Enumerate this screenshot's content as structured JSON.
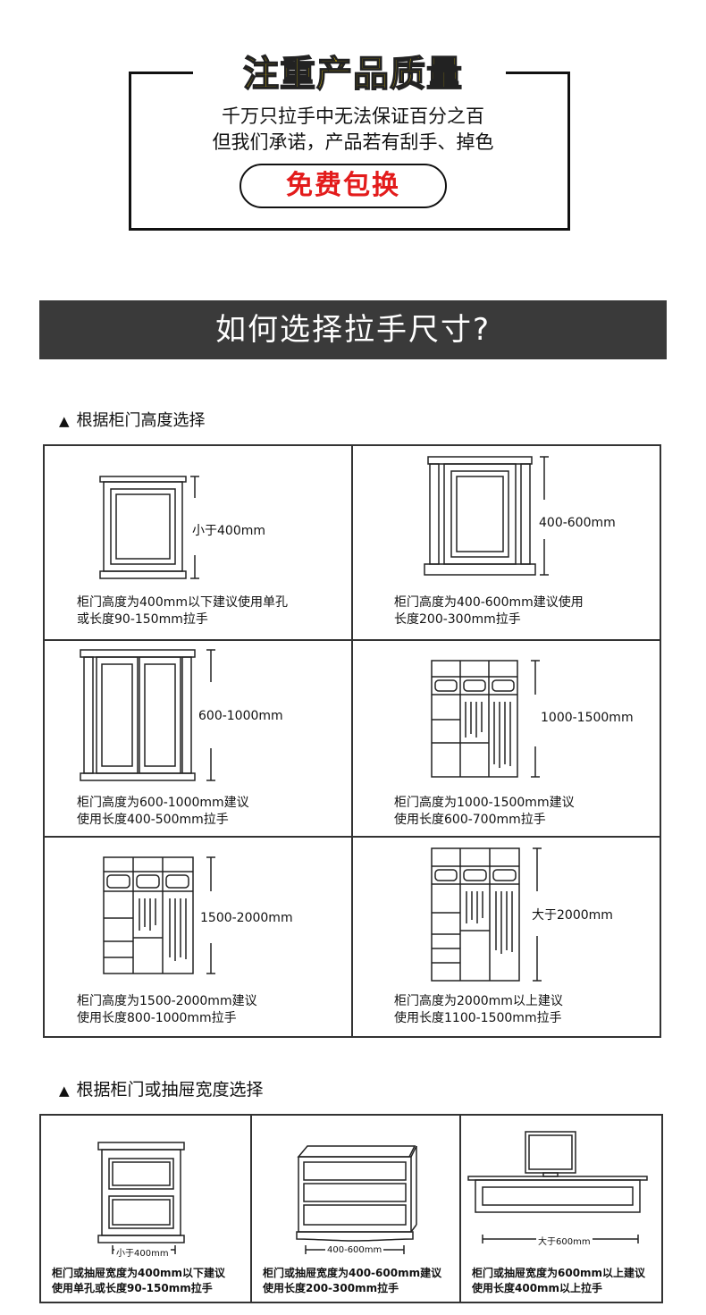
{
  "quality": {
    "title": "注重产品质量",
    "line1": "千万只拉手中无法保证百分之百",
    "line2": "但我们承诺，产品若有刮手、掉色",
    "badge": "免费包换"
  },
  "banner": {
    "title": "如何选择拉手尺寸?"
  },
  "height_section": {
    "title": "根据柜门高度选择",
    "cells": [
      {
        "size": "小于400mm",
        "desc1": "柜门高度为400mm以下建议使用单孔",
        "desc2": "或长度90-150mm拉手"
      },
      {
        "size": "400-600mm",
        "desc1": "柜门高度为400-600mm建议使用",
        "desc2": "长度200-300mm拉手"
      },
      {
        "size": "600-1000mm",
        "desc1": "柜门高度为600-1000mm建议",
        "desc2": "使用长度400-500mm拉手"
      },
      {
        "size": "1000-1500mm",
        "desc1": "柜门高度为1000-1500mm建议",
        "desc2": "使用长度600-700mm拉手"
      },
      {
        "size": "1500-2000mm",
        "desc1": "柜门高度为1500-2000mm建议",
        "desc2": "使用长度800-1000mm拉手"
      },
      {
        "size": "大于2000mm",
        "desc1": "柜门高度为2000mm以上建议",
        "desc2": "使用长度1100-1500mm拉手"
      }
    ]
  },
  "width_section": {
    "title": "根据柜门或抽屉宽度选择",
    "cells": [
      {
        "size": "小于400mm",
        "desc1": "柜门或抽屉宽度为400mm以下建议",
        "desc2": "使用单孔或长度90-150mm拉手"
      },
      {
        "size": "400-600mm",
        "desc1": "柜门或抽屉宽度为400-600mm建议",
        "desc2": "使用长度200-300mm拉手"
      },
      {
        "size": "大于600mm",
        "desc1": "柜门或抽屉宽度为600mm以上建议",
        "desc2": "使用长度400mm以上拉手"
      }
    ]
  },
  "icons": {
    "triangle": "triangle-up-icon"
  }
}
